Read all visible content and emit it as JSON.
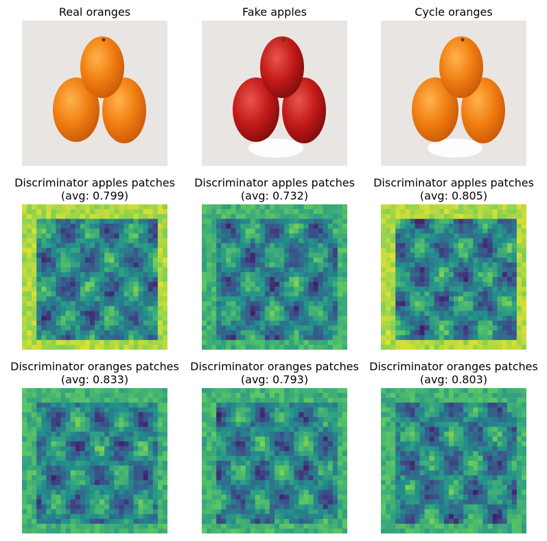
{
  "panels": [
    {
      "title": "Real oranges",
      "avg": "",
      "image": "oranges-photo"
    },
    {
      "title": "Fake apples",
      "avg": "",
      "image": "apples-photo"
    },
    {
      "title": "Cycle oranges",
      "avg": "",
      "image": "cycle-oranges-photo"
    },
    {
      "title": "Discriminator apples patches",
      "avg": "(avg: 0.799)",
      "image": "heatmap"
    },
    {
      "title": "Discriminator apples patches",
      "avg": "(avg: 0.732)",
      "image": "heatmap"
    },
    {
      "title": "Discriminator apples patches",
      "avg": "(avg: 0.805)",
      "image": "heatmap"
    },
    {
      "title": "Discriminator oranges patches",
      "avg": "(avg: 0.833)",
      "image": "heatmap"
    },
    {
      "title": "Discriminator oranges patches",
      "avg": "(avg: 0.793)",
      "image": "heatmap"
    },
    {
      "title": "Discriminator oranges patches",
      "avg": "(avg: 0.803)",
      "image": "heatmap"
    }
  ],
  "colors": {
    "orange": "#f07d10",
    "orange_dark": "#c9580a",
    "apple": "#c21a18",
    "apple_dark": "#7e0d0c",
    "photo_bg": "#e9e5e3"
  }
}
